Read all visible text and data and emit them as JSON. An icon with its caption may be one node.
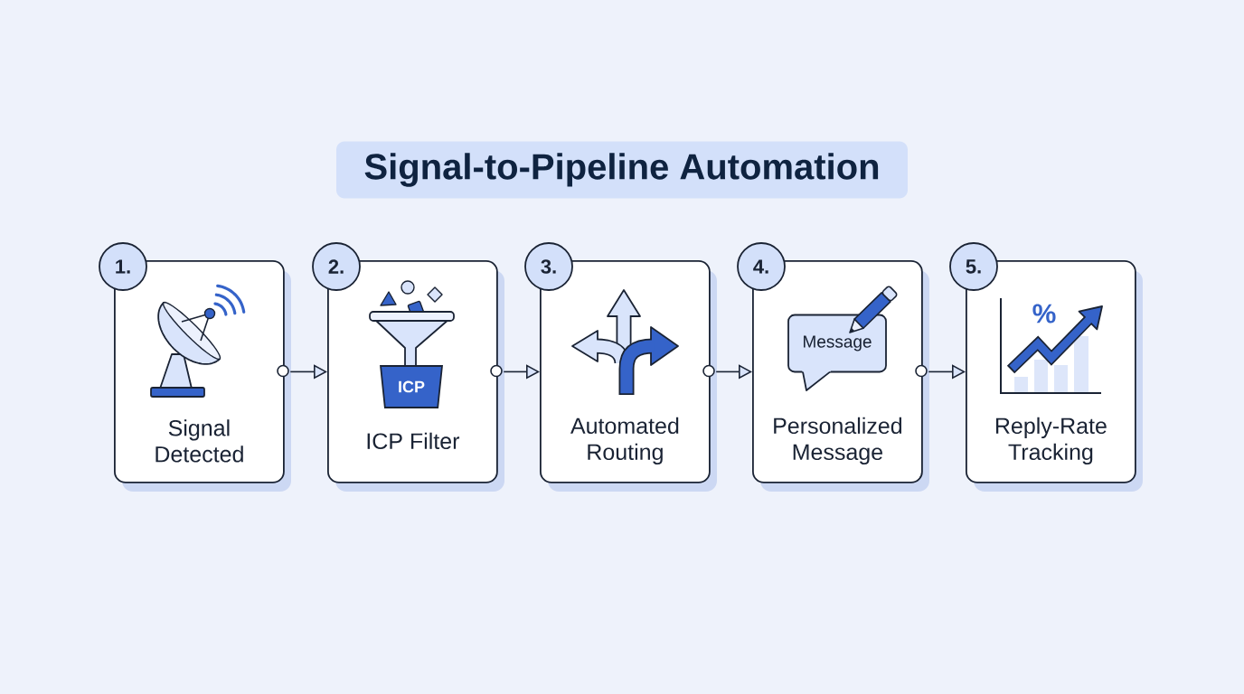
{
  "diagram": {
    "title": "Signal-to-Pipeline Automation",
    "nodes": [
      {
        "text": [
          "1."
        ]
      },
      {
        "text": [
          "Signal Detected"
        ]
      },
      {
        "text": [
          "2."
        ]
      },
      {
        "text": [
          "ICP Filter"
        ]
      },
      {
        "text": [
          "3."
        ]
      },
      {
        "text": [
          "Automated Routing"
        ]
      },
      {
        "text": [
          "4."
        ]
      },
      {
        "text": [
          "Personalized Message"
        ]
      },
      {
        "text": [
          "5."
        ]
      },
      {
        "text": [
          "Reply-Rate Tracking"
        ]
      }
    ],
    "edges": [
      {
        "from": 1,
        "to": 3,
        "arrow": "to"
      },
      {
        "from": 3,
        "to": 5,
        "arrow": "to"
      },
      {
        "from": 5,
        "to": 7,
        "arrow": "to"
      },
      {
        "from": 7,
        "to": 9,
        "arrow": "to"
      }
    ],
    "labels": [
      "ICP",
      "Message",
      "%"
    ]
  }
}
